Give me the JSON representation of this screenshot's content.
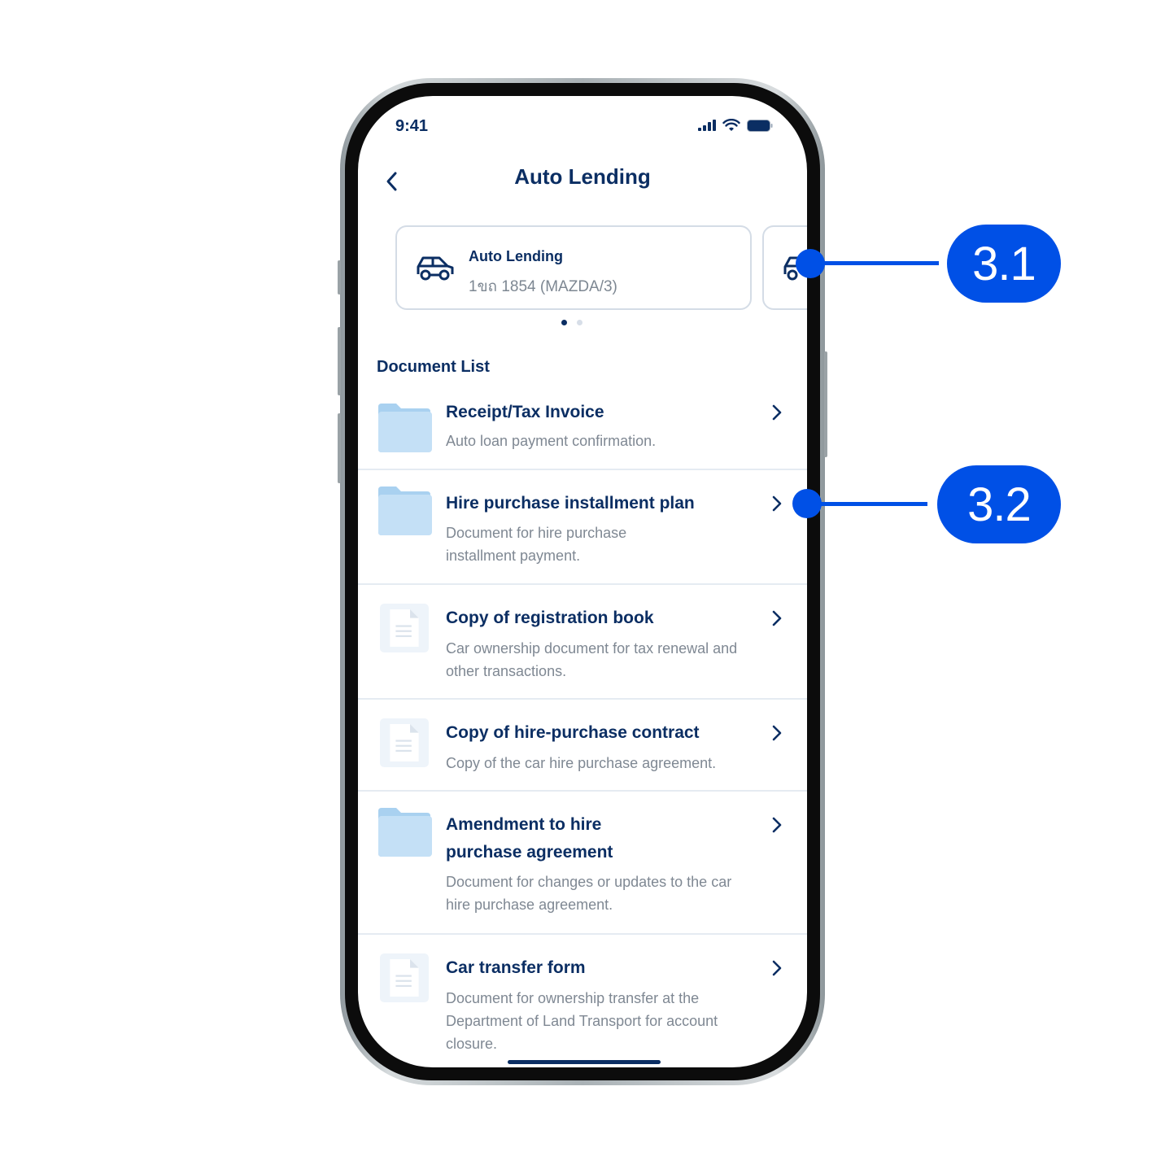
{
  "status_bar": {
    "time": "9:41",
    "icons": [
      "signal-icon",
      "wifi-icon",
      "battery-icon"
    ]
  },
  "header": {
    "title": "Auto Lending",
    "back_icon": "chevron-left-icon"
  },
  "carousel": {
    "cards": [
      {
        "icon": "car-icon",
        "title": "Auto Lending",
        "subtitle": "1ขถ 1854 (MAZDA/3)"
      },
      {
        "icon": "car-icon"
      }
    ],
    "page_count": 2,
    "active_index": 0
  },
  "document_list": {
    "title": "Document List",
    "items": [
      {
        "icon": "folder-icon",
        "title": "Receipt/Tax Invoice",
        "description": "Auto loan payment confirmation."
      },
      {
        "icon": "folder-icon",
        "title": "Hire purchase installment plan",
        "description": "Document for hire purchase installment payment."
      },
      {
        "icon": "document-icon",
        "title": "Copy of registration book",
        "description": "Car ownership document for tax renewal and other transactions."
      },
      {
        "icon": "document-icon",
        "title": "Copy of hire-purchase contract",
        "description": "Copy of the car hire purchase agreement."
      },
      {
        "icon": "folder-icon",
        "title": "Amendment to hire purchase agreement",
        "description": "Document for changes or updates to the car hire purchase agreement."
      },
      {
        "icon": "document-icon",
        "title": "Car transfer form",
        "description": "Document for ownership transfer at the Department of Land Transport for account closure."
      }
    ]
  },
  "annotations": [
    {
      "label": "3.1",
      "target": "carousel-next-card"
    },
    {
      "label": "3.2",
      "target": "document-item-chevron"
    }
  ],
  "colors": {
    "primary_text": "#0b2e63",
    "secondary_text": "#7f8893",
    "callout": "#0050e6",
    "folder": "#c4e0f6"
  }
}
